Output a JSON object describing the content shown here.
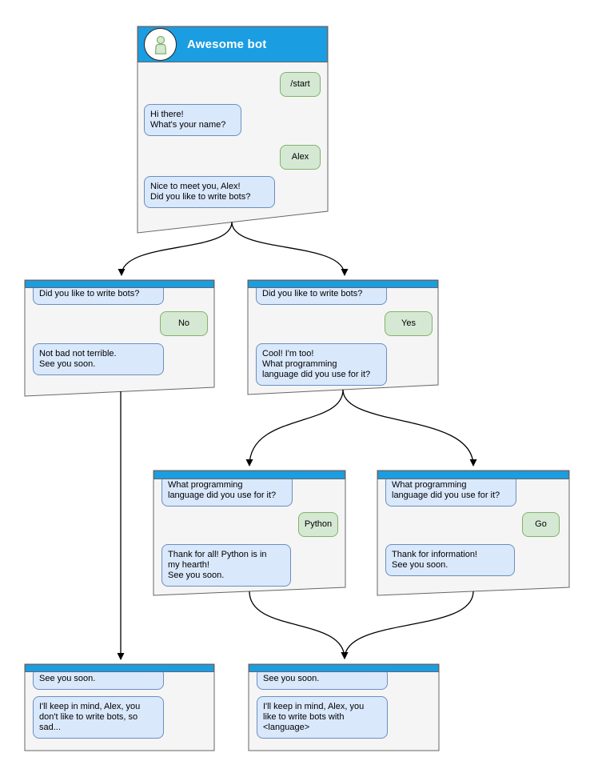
{
  "diagram": {
    "type": "chatbot-conversation-flow",
    "bot_name": "Awesome bot",
    "colors": {
      "header_bg": "#1b9de2",
      "window_bg": "#f5f5f5",
      "window_border": "#666666",
      "bot_bubble_bg": "#dae8fc",
      "bot_bubble_border": "#6c8ebf",
      "user_bubble_bg": "#d5e8d4",
      "user_bubble_border": "#82b366",
      "title_color": "#ffffff",
      "connector_color": "#000000"
    },
    "windows": [
      {
        "id": "start",
        "title": "Awesome bot",
        "messages": [
          {
            "from": "user",
            "text": "/start"
          },
          {
            "from": "bot",
            "text": "Hi there!\nWhat's your name?"
          },
          {
            "from": "user",
            "text": "Alex"
          },
          {
            "from": "bot",
            "text": "Nice to meet you, Alex!\nDid you like to write bots?"
          }
        ]
      },
      {
        "id": "branch-no",
        "title": "",
        "messages": [
          {
            "from": "bot",
            "text": "Did you like to write bots?"
          },
          {
            "from": "user",
            "text": "No"
          },
          {
            "from": "bot",
            "text": "Not bad not terrible.\nSee you soon."
          }
        ]
      },
      {
        "id": "branch-yes",
        "title": "",
        "messages": [
          {
            "from": "bot",
            "text": "Did you like to write bots?"
          },
          {
            "from": "user",
            "text": "Yes"
          },
          {
            "from": "bot",
            "text": "Cool! I'm too!\nWhat programming\nlanguage did you use for it?"
          }
        ]
      },
      {
        "id": "branch-python",
        "title": "",
        "messages": [
          {
            "from": "bot",
            "text": "What programming\nlanguage did you use for it?"
          },
          {
            "from": "user",
            "text": "Python"
          },
          {
            "from": "bot",
            "text": "Thank for all! Python is in\nmy hearth!\nSee you soon."
          }
        ]
      },
      {
        "id": "branch-go",
        "title": "",
        "messages": [
          {
            "from": "bot",
            "text": "What programming\nlanguage did you use for it?"
          },
          {
            "from": "user",
            "text": "Go"
          },
          {
            "from": "bot",
            "text": "Thank for information!\nSee you soon."
          }
        ]
      },
      {
        "id": "end-no",
        "title": "",
        "messages": [
          {
            "from": "bot",
            "text": "See you soon."
          },
          {
            "from": "bot",
            "text": "I'll keep in mind, Alex, you\ndon't like to write bots, so\nsad..."
          }
        ]
      },
      {
        "id": "end-language",
        "title": "",
        "messages": [
          {
            "from": "bot",
            "text": "See you soon."
          },
          {
            "from": "bot",
            "text": "I'll keep in mind, Alex, you\nlike to write bots with\n<language>"
          }
        ]
      }
    ],
    "edges": [
      {
        "from": "start",
        "to": "branch-no"
      },
      {
        "from": "start",
        "to": "branch-yes"
      },
      {
        "from": "branch-yes",
        "to": "branch-python"
      },
      {
        "from": "branch-yes",
        "to": "branch-go"
      },
      {
        "from": "branch-no",
        "to": "end-no"
      },
      {
        "from": "branch-python",
        "to": "end-language"
      },
      {
        "from": "branch-go",
        "to": "end-language"
      }
    ]
  }
}
